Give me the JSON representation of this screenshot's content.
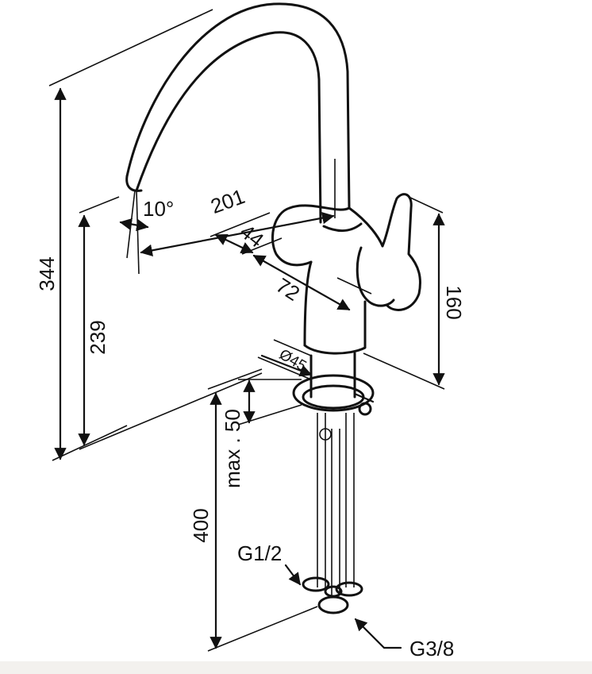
{
  "dimensions": {
    "total_height": "344",
    "spout_height": "239",
    "spout_angle": "10°",
    "spout_reach": "201",
    "handle_width": "44",
    "body_depth": "72",
    "body_height": "160",
    "base_diameter": "Ø45",
    "max_deck_thickness": "max . 50",
    "hose_length": "400"
  },
  "connections": {
    "hose_thread": "G1/2",
    "supply_thread": "G3/8"
  },
  "colors": {
    "line": "#111111",
    "background": "#ffffff",
    "bottom_strip": "#f3f1ee"
  }
}
